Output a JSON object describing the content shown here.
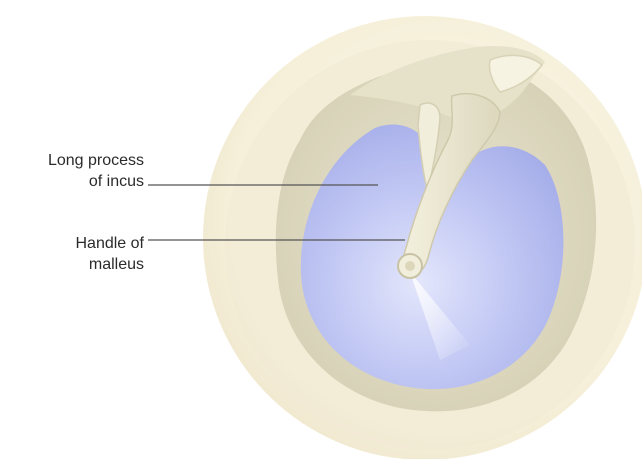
{
  "labels": {
    "long_process_of_incus": {
      "line1": "Long process",
      "line2": "of incus"
    },
    "handle_of_malleus": {
      "line1": "Handle of",
      "line2": "malleus"
    }
  },
  "colors": {
    "background": "#ffffff",
    "outer_ring": "#f7f1de",
    "annulus": "#e4e0c9",
    "membrane": "#bcc3f2",
    "ossicle": "#ece8d3",
    "leader_line": "#555555",
    "label_text": "#2b2b2b"
  }
}
